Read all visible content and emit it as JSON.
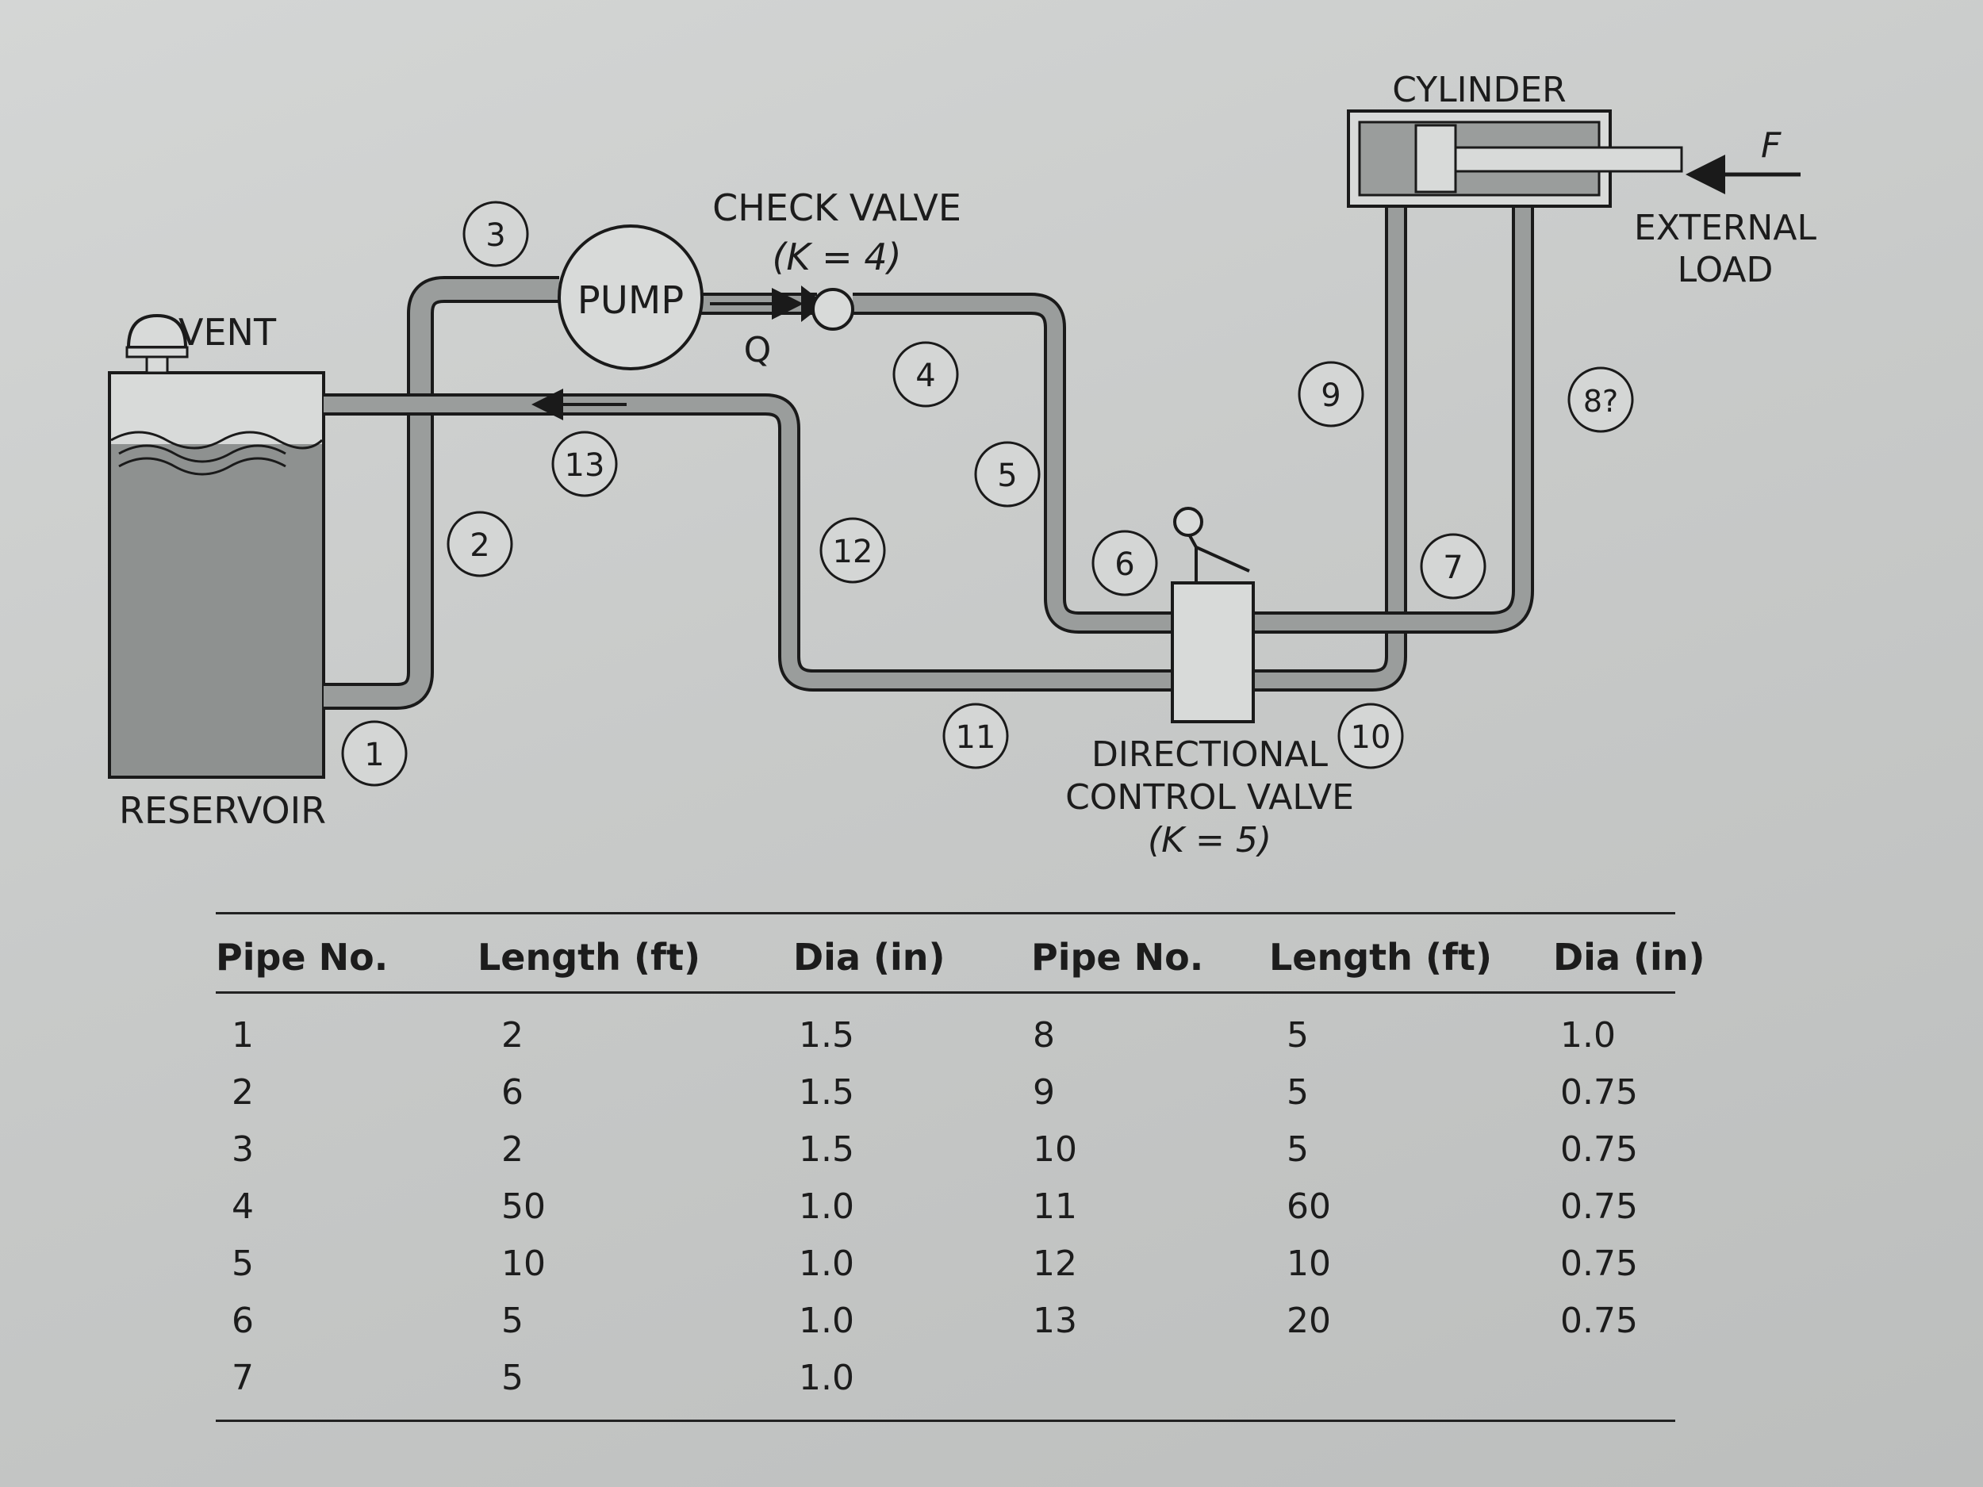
{
  "diagram": {
    "labels": {
      "vent": "VENT",
      "reservoir": "RESERVOIR",
      "pump": "PUMP",
      "flow": "Q",
      "check_valve": "CHECK VALVE",
      "check_valve_k": "(K = 4)",
      "cylinder": "CYLINDER",
      "force": "F",
      "external_load_1": "EXTERNAL",
      "external_load_2": "LOAD",
      "dcv_1": "DIRECTIONAL",
      "dcv_2": "CONTROL VALVE",
      "dcv_k": "(K = 5)"
    },
    "pipe_markers": [
      "1",
      "2",
      "3",
      "4",
      "5",
      "6",
      "7",
      "8?",
      "9",
      "10",
      "11",
      "12",
      "13"
    ]
  },
  "table": {
    "headers": [
      "Pipe No.",
      "Length (ft)",
      "Dia (in)",
      "Pipe No.",
      "Length (ft)",
      "Dia (in)"
    ],
    "left_rows": [
      [
        "1",
        "2",
        "1.5"
      ],
      [
        "2",
        "6",
        "1.5"
      ],
      [
        "3",
        "2",
        "1.5"
      ],
      [
        "4",
        "50",
        "1.0"
      ],
      [
        "5",
        "10",
        "1.0"
      ],
      [
        "6",
        "5",
        "1.0"
      ],
      [
        "7",
        "5",
        "1.0"
      ]
    ],
    "right_rows": [
      [
        "8",
        "5",
        "1.0"
      ],
      [
        "9",
        "5",
        "0.75"
      ],
      [
        "10",
        "5",
        "0.75"
      ],
      [
        "11",
        "60",
        "0.75"
      ],
      [
        "12",
        "10",
        "0.75"
      ],
      [
        "13",
        "20",
        "0.75"
      ]
    ]
  }
}
